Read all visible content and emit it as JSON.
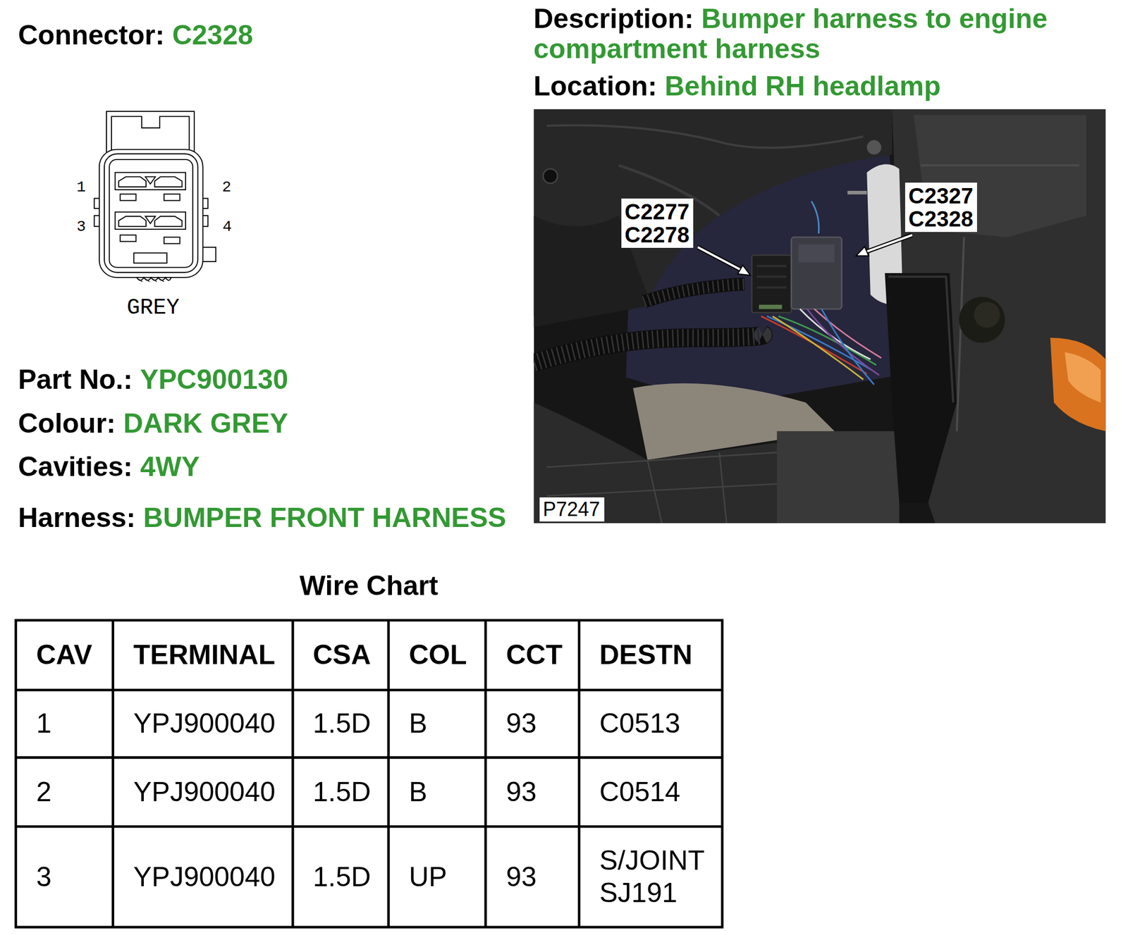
{
  "diagram": {
    "nodes": [
      {
        "text": [
          "C2277 C2278"
        ]
      },
      {
        "text": [
          "C2327 C2328"
        ]
      },
      {
        "text": [
          "P7247"
        ]
      }
    ],
    "labels": [
      "Connector:",
      "C2328",
      "1",
      "2",
      "3",
      "4",
      "GREY",
      "Part No.:",
      "YPC900130",
      "Colour:",
      "DARK GREY",
      "Cavities:",
      "4WY",
      "Harness:",
      "BUMPER FRONT HARNESS",
      "Description:",
      "Bumper harness to engine compartment harness",
      "Location:",
      "Behind RH headlamp",
      "Wire Chart",
      "CAV",
      "TERMINAL",
      "CSA",
      "COL",
      "CCT",
      "DESTN",
      "1",
      "YPJ900040",
      "1.5D",
      "B",
      "93",
      "C0513",
      "2",
      "YPJ900040",
      "1.5D",
      "B",
      "93",
      "C0514",
      "3",
      "YPJ900040",
      "1.5D",
      "UP",
      "93",
      "S/JOINT SJ191"
    ]
  }
}
